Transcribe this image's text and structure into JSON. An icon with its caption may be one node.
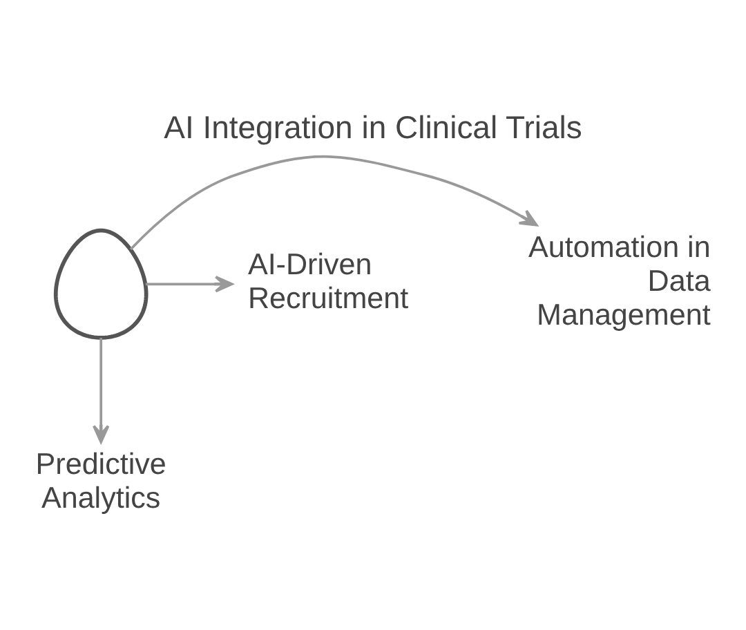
{
  "diagram": {
    "title": "AI Integration in Clinical Trials",
    "nodes": [
      {
        "text": [],
        "shape": "person"
      },
      {
        "text": [
          "Automation in Data Management"
        ]
      },
      {
        "text": [
          "AI-Driven Recruitment"
        ]
      },
      {
        "text": [
          "Predictive Analytics"
        ]
      }
    ],
    "edges": [
      {
        "from": 0,
        "to": 1,
        "arrow": "to"
      },
      {
        "from": 0,
        "to": 2,
        "arrow": "to"
      },
      {
        "from": 0,
        "to": 3,
        "arrow": "to"
      }
    ]
  }
}
